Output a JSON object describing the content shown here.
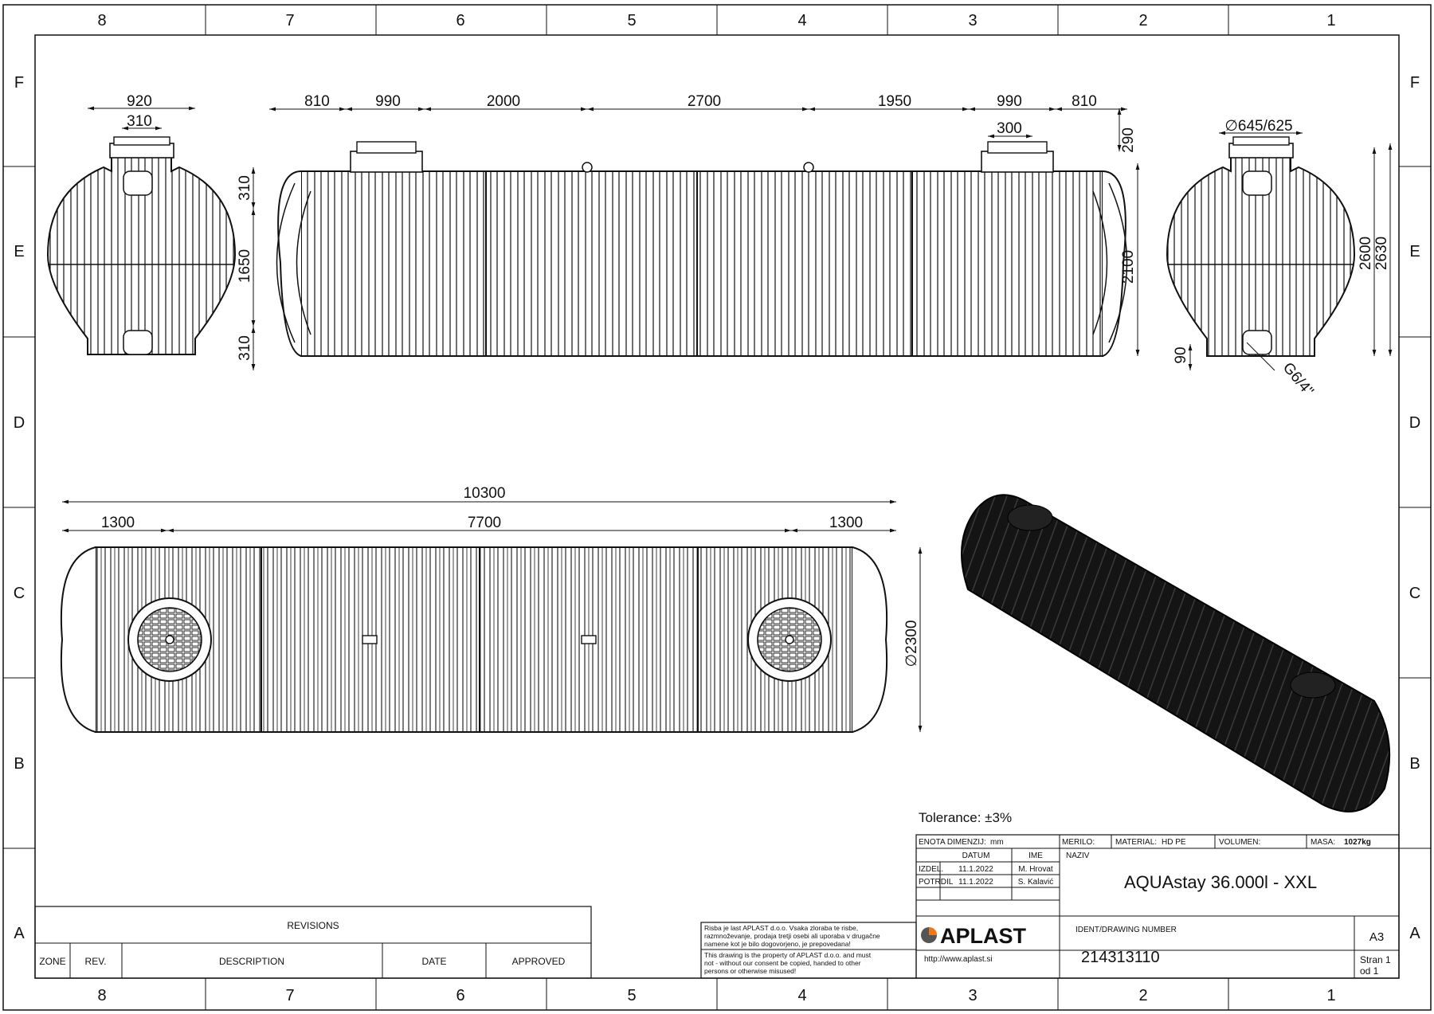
{
  "frame": {
    "columns": [
      "8",
      "7",
      "6",
      "5",
      "4",
      "3",
      "2",
      "1"
    ],
    "rows": [
      "F",
      "E",
      "D",
      "C",
      "B",
      "A"
    ]
  },
  "dimensions": {
    "end_view": {
      "width_outer": "920",
      "width_dome": "310",
      "dome_height": "310",
      "body_height": "1650",
      "bottom_height": "310"
    },
    "side_view": {
      "d1": "810",
      "d2": "990",
      "d3": "2000",
      "d4": "2700",
      "d5": "1950",
      "d6": "990",
      "d7": "810",
      "dome_w": "300",
      "dome_h": "290",
      "body_h": "2100"
    },
    "right_view": {
      "diameter": "∅645/625",
      "h1": "2600",
      "h2": "2630",
      "bottom": "90",
      "thread": "G6/4\""
    },
    "top_view": {
      "total": "10300",
      "left": "1300",
      "middle": "7700",
      "right": "1300",
      "diameter": "∅2300"
    }
  },
  "tolerance": "Tolerance: ±3%",
  "title_block": {
    "units_label": "ENOTA DIMENZIJ:",
    "units_value": "mm",
    "scale_label": "MERILO:",
    "material_label": "MATERIAL:",
    "material_value": "HD PE",
    "volume_label": "VOLUMEN:",
    "mass_label": "MASA:",
    "mass_value": "1027kg",
    "date_header": "DATUM",
    "name_header": "IME",
    "title_label": "NAZIV",
    "drawn_label": "IZDEL.",
    "drawn_date": "11.1.2022",
    "drawn_name": "M. Hrovat",
    "checked_label": "POTRDIL",
    "checked_date": "11.1.2022",
    "checked_name": "S. Kalavić",
    "title": "AQUAstay 36.000l - XXL",
    "company": "APLAST",
    "website": "http://www.aplast.si",
    "ident_label": "IDENT/DRAWING NUMBER",
    "ident_value": "214313110",
    "sheet_size": "A3",
    "page_line1": "Stran 1",
    "page_line2": "od 1",
    "property_note_sl_1": "Risba je last APLAST d.o.o. Vsaka zloraba te risbe,",
    "property_note_sl_2": "razmnoževanje, prodaja tretji osebi ali uporaba v drugačne",
    "property_note_sl_3": "namene kot je bilo dogovorjeno, je prepovedana!",
    "property_note_en_1": "This drawing is the property of APLAST d.o.o. and must",
    "property_note_en_2": "not - without our consent be copied, handed to other",
    "property_note_en_3": "persons or otherwise misused!"
  },
  "revisions": {
    "title": "REVISIONS",
    "headers": [
      "ZONE",
      "REV.",
      "DESCRIPTION",
      "DATE",
      "APPROVED"
    ]
  }
}
